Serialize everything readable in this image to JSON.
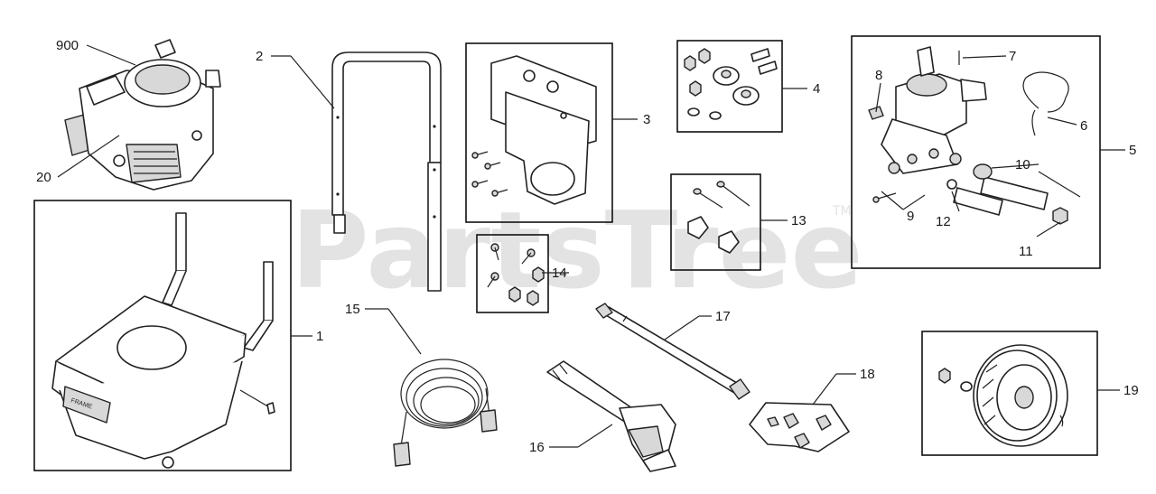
{
  "watermark": {
    "text": "PartsTree",
    "trademark": "TM"
  },
  "callouts": {
    "c1": "1",
    "c2": "2",
    "c3": "3",
    "c4": "4",
    "c5": "5",
    "c6": "6",
    "c7": "7",
    "c8": "8",
    "c9": "9",
    "c10": "10",
    "c11": "11",
    "c12": "12",
    "c13": "13",
    "c14": "14",
    "c15": "15",
    "c16": "16",
    "c17": "17",
    "c18": "18",
    "c19": "19",
    "c20": "20",
    "c900": "900"
  },
  "frame_label": "FRAME"
}
